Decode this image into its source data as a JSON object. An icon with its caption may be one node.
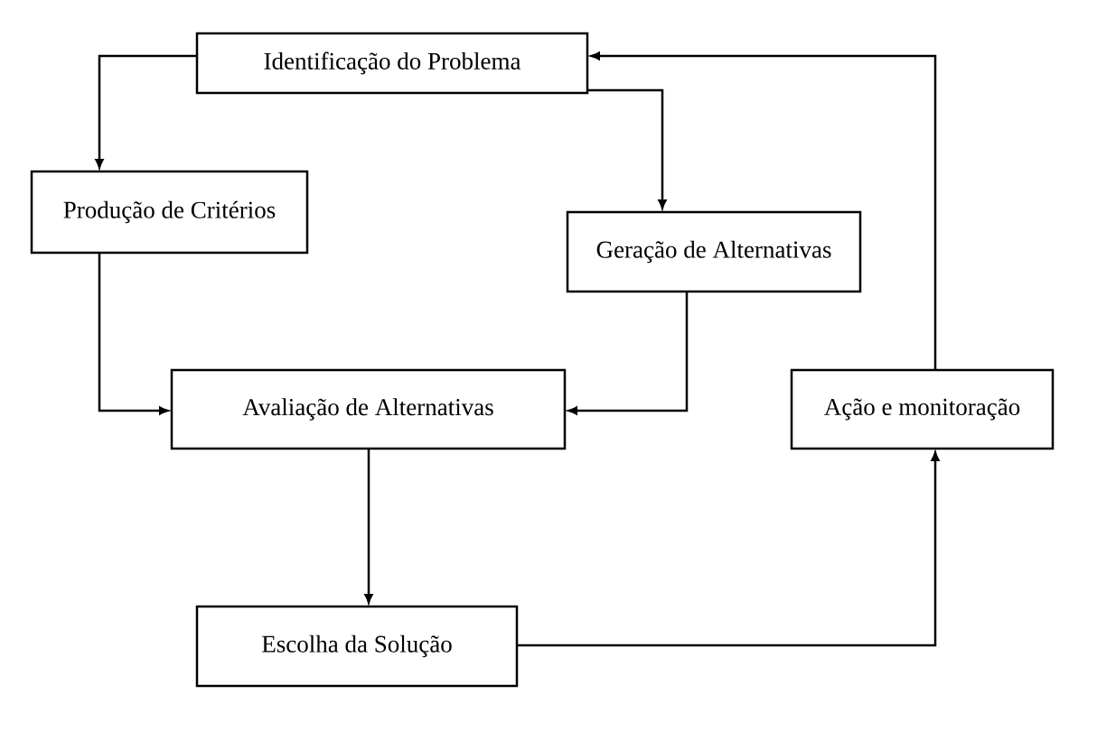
{
  "diagram": {
    "nodes": [
      {
        "text": [
          "Identificação do Problema"
        ]
      },
      {
        "text": [
          "Produção de Critérios"
        ]
      },
      {
        "text": [
          "Geração de Alternativas"
        ]
      },
      {
        "text": [
          "Avaliação de  Alternativas"
        ]
      },
      {
        "text": [
          "Ação e monitoração"
        ]
      },
      {
        "text": [
          "Escolha da Solução"
        ]
      }
    ],
    "edges": [
      {
        "from": 0,
        "to": 1,
        "arrow": "to"
      },
      {
        "from": 0,
        "to": 2,
        "arrow": "to"
      },
      {
        "from": 1,
        "to": 3,
        "arrow": "to"
      },
      {
        "from": 2,
        "to": 3,
        "arrow": "to"
      },
      {
        "from": 3,
        "to": 5,
        "arrow": "to"
      },
      {
        "from": 5,
        "to": 4,
        "arrow": "to"
      },
      {
        "from": 4,
        "to": 0,
        "arrow": "to"
      }
    ]
  }
}
